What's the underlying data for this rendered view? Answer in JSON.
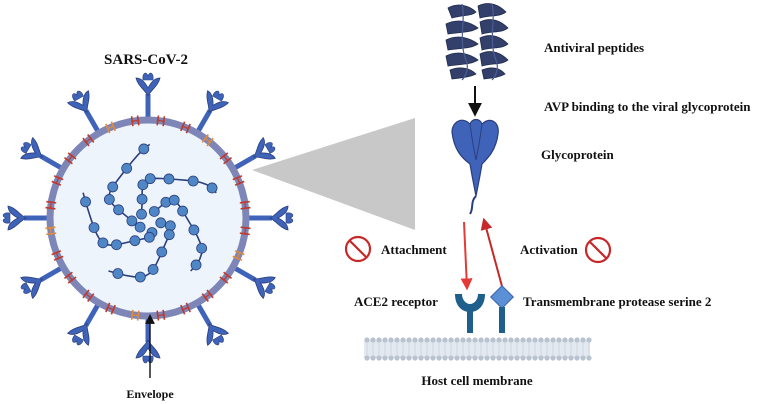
{
  "labels": {
    "virus_name": "SARS-CoV-2",
    "envelope": "Envelope",
    "antiviral_peptides": "Antiviral peptides",
    "avp_binding": "AVP binding to the viral glycoprotein",
    "glycoprotein": "Glycoprotein",
    "attachment": "Attachment",
    "activation": "Activation",
    "ace2_receptor": "ACE2 receptor",
    "tmprss2": "Transmembrane protease serine 2",
    "host_membrane": "Host cell membrane"
  },
  "colors": {
    "virus_blue": "#3f63b8",
    "virus_dark": "#2b3f7e",
    "envelope_ring": "#7d86b7",
    "virus_interior": "#eef4fb",
    "membrane_protein_red": "#c0392b",
    "membrane_protein_orange": "#e08a3a",
    "peptide_navy": "#33406b",
    "inhibit_red": "#c62828",
    "arrow_red": "#e53935",
    "membrane_gray": "#b9c3cf",
    "zoom_gray": "#c8c8c8"
  },
  "icons": {
    "inhibit": "prohibition-icon",
    "arrow": "arrow-icon"
  }
}
